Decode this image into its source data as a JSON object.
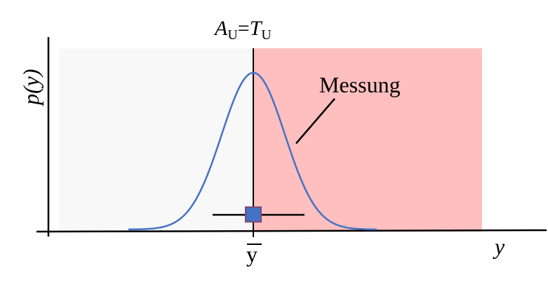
{
  "labels": {
    "limit_main": "A",
    "limit_main_sub": "U",
    "limit_eq": "=",
    "limit_tol": "T",
    "limit_tol_sub": "U",
    "y_axis": "p(y)",
    "x_axis": "y",
    "mean": "y",
    "measurement": "Messung"
  },
  "colors": {
    "accept_region": "#f8f8f8",
    "reject_region": "#ffbfbf",
    "curve": "#4472c4",
    "marker_fill": "#4472c4",
    "marker_stroke": "#7a4a7a",
    "axis": "#000000"
  },
  "chart_data": {
    "type": "area",
    "curve": "normal-distribution",
    "x": [
      -4,
      -3,
      -2.5,
      -2,
      -1.5,
      -1,
      -0.5,
      0,
      0.5,
      1,
      1.5,
      2,
      2.5,
      3,
      4
    ],
    "y": [
      0.0,
      0.01,
      0.05,
      0.14,
      0.32,
      0.61,
      0.88,
      1.0,
      0.88,
      0.61,
      0.32,
      0.14,
      0.05,
      0.01,
      0.0
    ],
    "regions": [
      "accept",
      "reject"
    ],
    "error_bar": [
      -1.2,
      1.5
    ],
    "grid": false
  }
}
